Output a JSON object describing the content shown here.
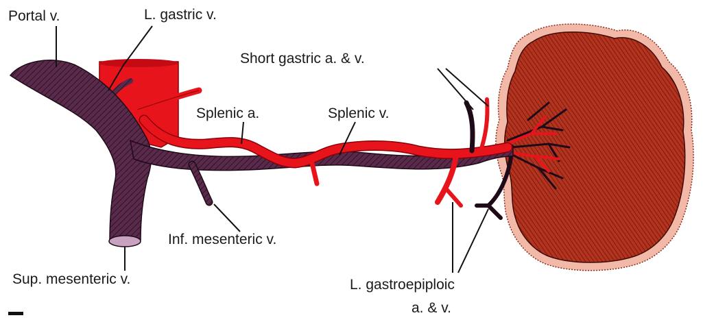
{
  "labels": {
    "portal_v": "Portal v.",
    "l_gastric_v": "L. gastric v.",
    "short_gastric": "Short gastric a. & v.",
    "splenic_a": "Splenic a.",
    "splenic_v": "Splenic v.",
    "inf_mesenteric_v": "Inf. mesenteric v.",
    "sup_mesenteric_v": "Sup. mesenteric v.",
    "l_gastroepiploic_line1": "L. gastroepiploic",
    "l_gastroepiploic_line2": "a. & v."
  },
  "colors": {
    "vein": "#5a2a4a",
    "vein_hatch": "#2e1226",
    "artery": "#e8141c",
    "artery_dark": "#b0060c",
    "spleen": "#b4331f",
    "spleen_edge": "#f2b8a8",
    "spleen_striation": "#5e1208"
  }
}
